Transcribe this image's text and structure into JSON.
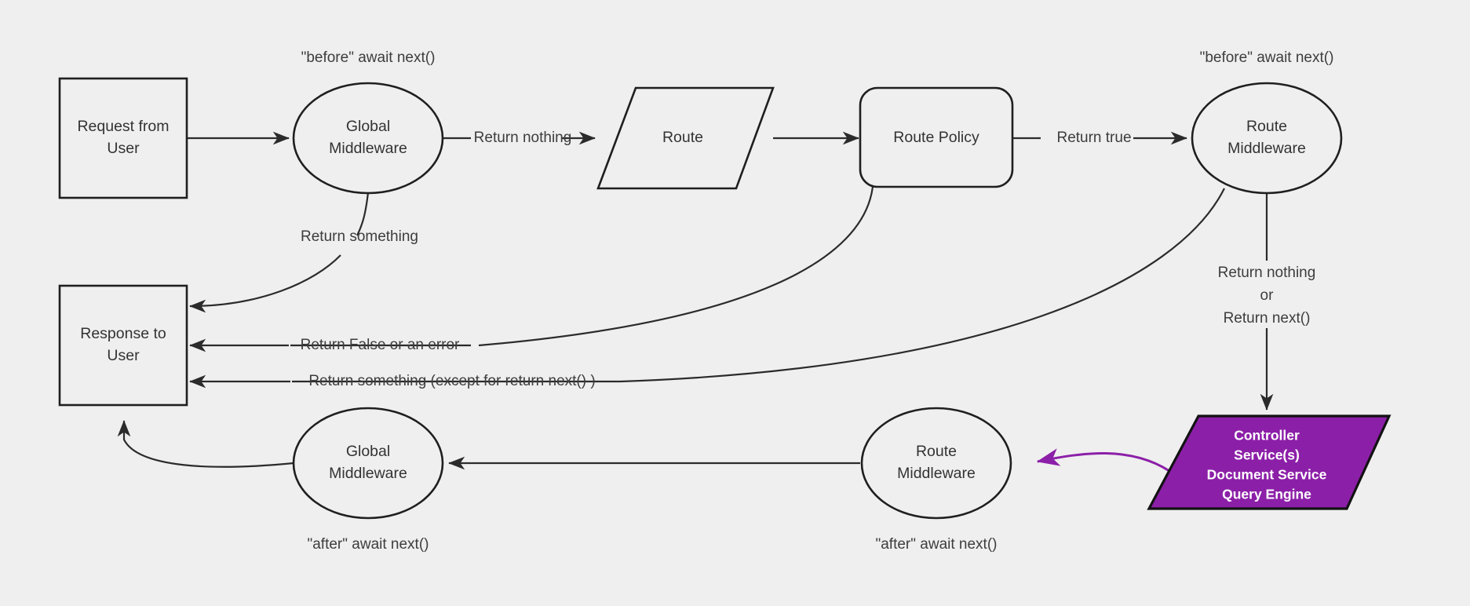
{
  "diagram": {
    "title": "Middleware request lifecycle flowchart",
    "background_color": "#efefef",
    "stroke_color": "#2b2b2b",
    "accent_color": "#8c1fa8"
  },
  "nodes": {
    "request": {
      "line1": "Request from",
      "line2": "User",
      "shape": "rectangle"
    },
    "global_middleware_top": {
      "line1": "Global",
      "line2": "Middleware",
      "shape": "ellipse"
    },
    "route": {
      "line1": "Route",
      "shape": "parallelogram"
    },
    "route_policy": {
      "line1": "Route Policy",
      "shape": "rounded-rectangle"
    },
    "route_middleware_top": {
      "line1": "Route",
      "line2": "Middleware",
      "shape": "ellipse"
    },
    "controller": {
      "line1": "Controller",
      "line2": "Service(s)",
      "line3": "Document Service",
      "line4": "Query Engine",
      "shape": "parallelogram",
      "fill": "#8c1fa8",
      "text_color": "#ffffff"
    },
    "route_middleware_bottom": {
      "line1": "Route",
      "line2": "Middleware",
      "shape": "ellipse"
    },
    "global_middleware_bottom": {
      "line1": "Global",
      "line2": "Middleware",
      "shape": "ellipse"
    },
    "response": {
      "line1": "Response to",
      "line2": "User",
      "shape": "rectangle"
    }
  },
  "annotations": {
    "before_await_top_left": "\"before\" await next()",
    "before_await_top_right": "\"before\" await next()",
    "after_await_bottom_left": "\"after\" await next()",
    "after_await_bottom_right": "\"after\" await next()"
  },
  "edge_labels": {
    "return_nothing": "Return nothing",
    "return_true": "Return true",
    "return_something": "Return something",
    "return_false_or_error": "Return False or an error",
    "return_something_except": "Return something (except for return next() )",
    "return_nothing_or_next_line1": "Return nothing",
    "return_nothing_or_next_line2": "or",
    "return_nothing_or_next_line3": "Return next()"
  }
}
